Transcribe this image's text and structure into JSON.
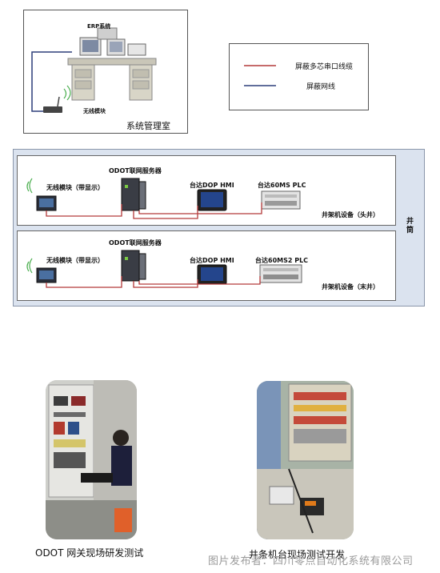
{
  "top_room": {
    "erp_label": "ERP系统",
    "wireless_label": "无线模块",
    "room_label": "系统管理室"
  },
  "legend": {
    "items": [
      {
        "label": "屏蔽多芯串口线缆",
        "color": "#b33a3a"
      },
      {
        "label": "屏蔽网线",
        "color": "#2d3f7a"
      }
    ]
  },
  "shaft": {
    "label": "井筒",
    "panels": [
      {
        "server_label": "ODOT联网服务器",
        "wireless_label": "无线模块（带显示）",
        "hmi_label": "台达DOP HMI",
        "plc_label": "台达60MS PLC",
        "station_label": "井架机设备（头井）"
      },
      {
        "server_label": "ODOT联网服务器",
        "wireless_label": "无线模块（带显示）",
        "hmi_label": "台达DOP HMI",
        "plc_label": "台达60MS2 PLC",
        "station_label": "井架机设备（末井）"
      }
    ]
  },
  "photos": {
    "left_caption": "ODOT 网关现场研发测试",
    "right_caption": "井条机台现场测试开发",
    "watermark": "图片发布者：四川零点自动化系统有限公司"
  },
  "colors": {
    "serial_cable": "#b33a3a",
    "network_cable": "#2d3f7a",
    "shaft_bg": "#dbe3ef"
  }
}
